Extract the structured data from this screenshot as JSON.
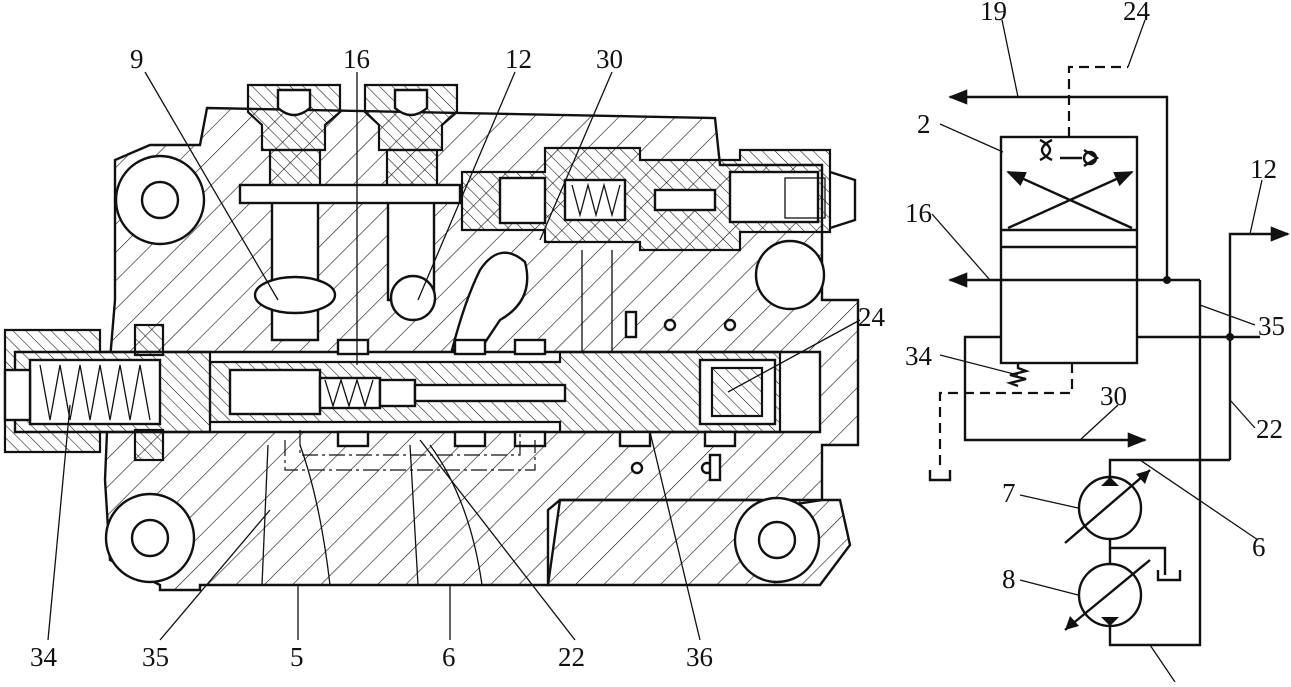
{
  "diagram": {
    "section_callouts": {
      "c9": "9",
      "c16": "16",
      "c12": "12",
      "c30": "30",
      "c24": "24",
      "c34": "34",
      "c35": "35",
      "c5": "5",
      "c6": "6",
      "c22": "22",
      "c36": "36"
    },
    "schematic_callouts": {
      "s19": "19",
      "s24": "24",
      "s2": "2",
      "s16": "16",
      "s12": "12",
      "s35": "35",
      "s34": "34",
      "s30": "30",
      "s22": "22",
      "s7": "7",
      "s6": "6",
      "s8": "8"
    }
  }
}
